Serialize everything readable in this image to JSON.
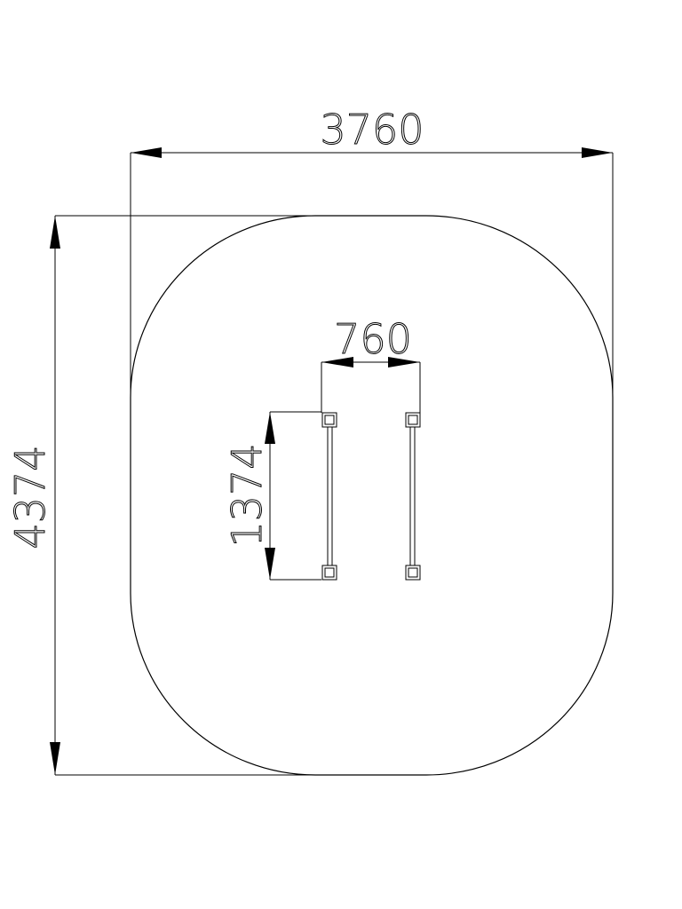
{
  "dimensions": {
    "overall_width": "3760",
    "overall_height": "4374",
    "post_spacing": "760",
    "bar_length": "1374"
  },
  "colors": {
    "line": "#000000",
    "background": "#ffffff"
  }
}
